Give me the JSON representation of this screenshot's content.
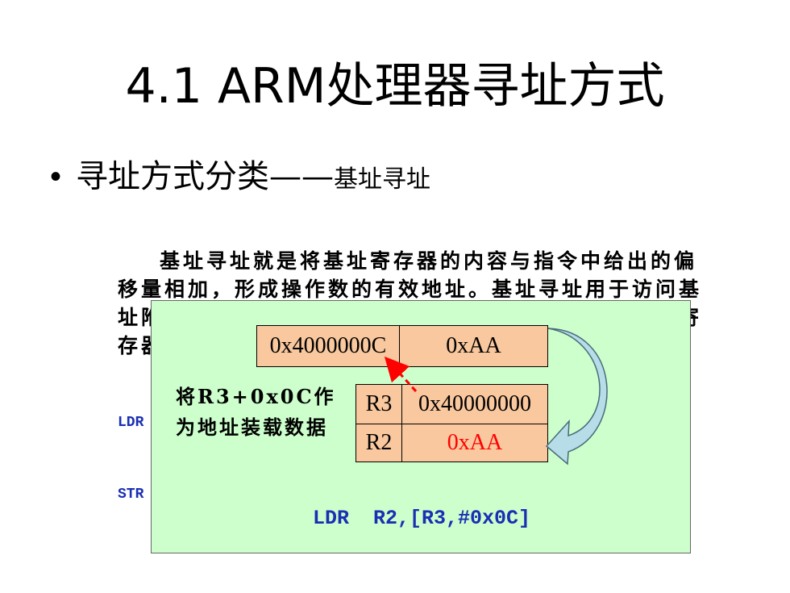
{
  "slide": {
    "title_prefix": "4.1 ARM",
    "title_cjk": "处理器寻址方式",
    "bullet_symbol": "•",
    "bullet_main": "寻址方式分类——",
    "bullet_sub": "基址寻址"
  },
  "paragraph": {
    "text": "基址寻址就是将基址寄存器的内容与指令中给出的偏移量相加，形成操作数的有效地址。基址寻址用于访问基址附近的存储单元，常用于查表、数组操作、功能部件寄存器访问等。基址寻址举例："
  },
  "code": {
    "line1": "LDR",
    "line2": "STR"
  },
  "diagram": {
    "mem_address": "0x4000000C",
    "mem_value": "0xAA",
    "reg1_name": "R3",
    "reg1_value": "0x40000000",
    "reg2_name": "R2",
    "reg2_value": "0xAA",
    "note": "将R3+0x0C作为地址装载数据",
    "instruction": "LDR  R2,[R3,#0x0C]",
    "colors": {
      "overlay_bg": "#ccffcc",
      "cell_bg": "#f9c89e",
      "code_blue": "#1a2fb3",
      "loaded_value_red": "#ff0000",
      "arrow_fill": "#b7dde8",
      "pointer_red": "#ff0000"
    }
  }
}
